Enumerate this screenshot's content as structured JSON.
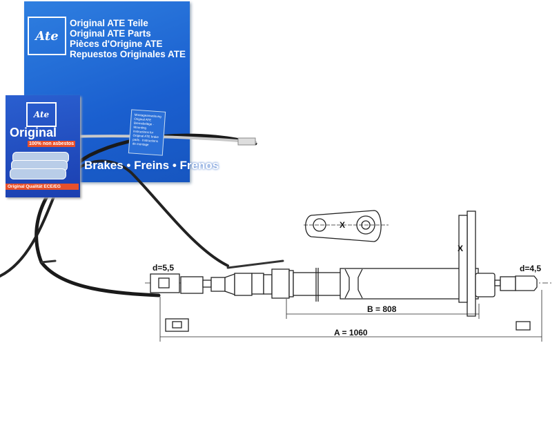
{
  "product_box": {
    "logo": "Ate",
    "lines": [
      "Original ATE Teile",
      "Original ATE Parts",
      "Pièces d'Origine ATE",
      "Repuestos Originales ATE"
    ],
    "slogan": "Brakes • Freins • Frenos"
  },
  "pad_box": {
    "logo": "Ate",
    "title": "Original",
    "badge": "100% non asbestos",
    "quality": "Original Qualität ECE/EG"
  },
  "leaflet": {
    "text": "Montageanweisung Original ATE Bremsbeläge · Mounting instructions for Original ATE brake pads · Instructions de montage"
  },
  "diagram": {
    "d_left": "d=5,5",
    "d_right": "d=4,5",
    "dim_b": "B = 808",
    "dim_a": "A = 1060",
    "x_label_1": "X",
    "x_label_2": "X"
  }
}
